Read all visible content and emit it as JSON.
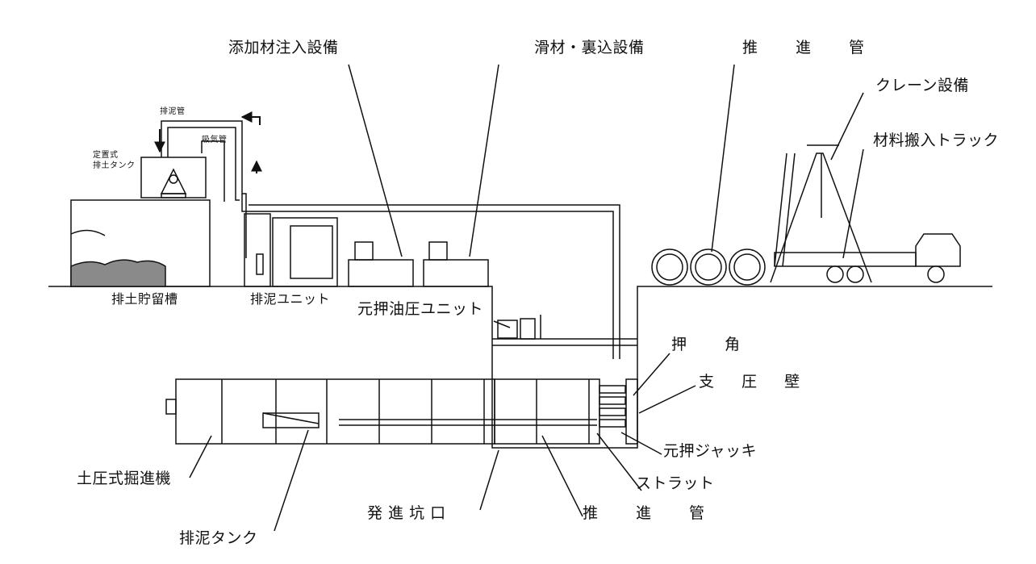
{
  "labels": {
    "additive_injection": "添加材注入設備",
    "lubricant_backfill": "滑材・裏込設備",
    "jacking_pipe_top": "推　進　管",
    "crane": "クレーン設備",
    "material_truck": "材料搬入トラック",
    "discharge_pipe": "排泥管",
    "suction_pipe": "吸気管",
    "fixed_soil_tank_line1": "定置式",
    "fixed_soil_tank_line2": "排土タンク",
    "soil_storage_tank": "排土貯留槽",
    "mud_unit": "排泥ユニット",
    "hydraulic_unit": "元押油圧ユニット",
    "push_angle": "押　角",
    "reaction_wall": "支 圧 壁",
    "main_jack": "元押ジャッキ",
    "strut": "ストラット",
    "jacking_pipe_bottom": "推　進　管",
    "launch_portal": "発 進 坑 口",
    "epb_machine": "土圧式掘進機",
    "mud_tank": "排泥タンク"
  },
  "colors": {
    "line": "#111111",
    "fill_light": "#ffffff",
    "soil_fill": "#8a8a8a"
  }
}
